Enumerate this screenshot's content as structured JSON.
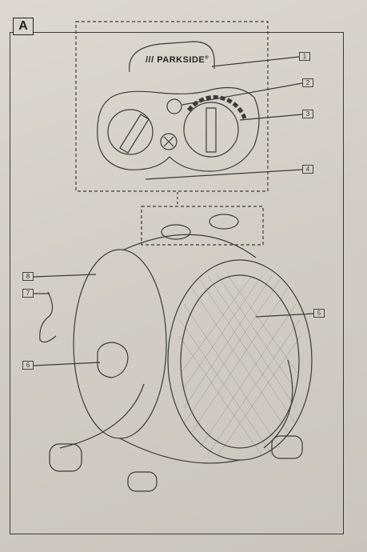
{
  "panel": {
    "letter": "A"
  },
  "brand": {
    "name": "PARKSIDE",
    "mark": "///",
    "trademark": "®"
  },
  "callouts": [
    "1",
    "2",
    "3",
    "4",
    "5",
    "6",
    "7",
    "8"
  ],
  "icons": {
    "heating_modes": "heat-mode-icon",
    "fan_only": "fan-icon",
    "thermostat": "thermometer-icon",
    "tip_over": "tip-over-warning-icon"
  },
  "colors": {
    "line": "#3a3a3a",
    "paper": "#d4d0c9"
  }
}
